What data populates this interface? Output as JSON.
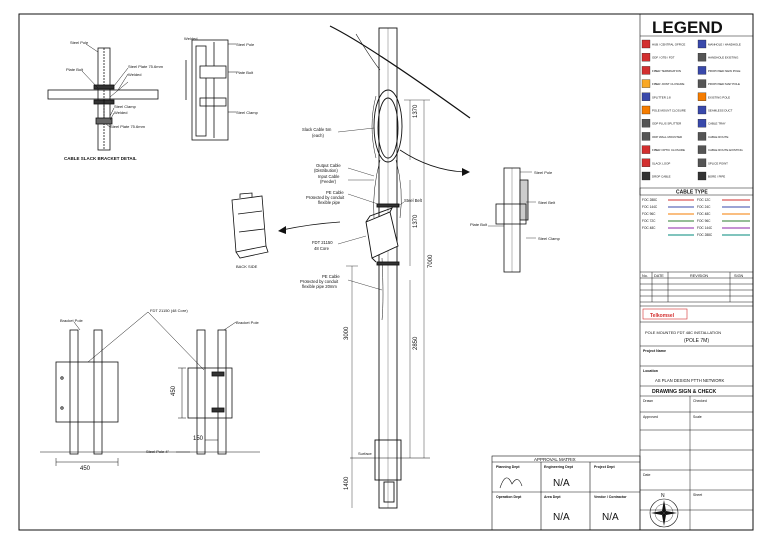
{
  "legend": {
    "title": "LEGEND",
    "items": [
      {
        "text": "HUB / CENTRAL OFFICE",
        "color": "#d32f2f"
      },
      {
        "text": "MANHOLE / HANDHOLE",
        "color": "#3949ab"
      },
      {
        "text": "ODF / OTB / FDT",
        "color": "#d32f2f"
      },
      {
        "text": "HANDHOLE EXISTING",
        "color": "#555555"
      },
      {
        "text": "FIBER TERMINATION",
        "color": "#d32f2f"
      },
      {
        "text": "PROPOSED NEW POLE",
        "color": "#3949ab"
      },
      {
        "text": "FIBER JOINT CLOSURE",
        "color": "#f9a825"
      },
      {
        "text": "PROPOSED MAP POLE",
        "color": "#555555"
      },
      {
        "text": "SPLITTER 1:8",
        "color": "#3949ab"
      },
      {
        "text": "EXISTING POLE",
        "color": "#f57c00"
      },
      {
        "text": "POLE MOUNT CLOSURE",
        "color": "#f57c00"
      },
      {
        "text": "SEAMLESS DUCT",
        "color": "#3949ab"
      },
      {
        "text": "ODP PLUS SPLITTER",
        "color": "#555555"
      },
      {
        "text": "CABLE TRAY",
        "color": "#3949ab"
      },
      {
        "text": "ODP WALL MOUNTED",
        "color": "#555555"
      },
      {
        "text": "CABLE ROUTE",
        "color": "#555555"
      },
      {
        "text": "FIBER OPTIC CLOSURE",
        "color": "#d32f2f"
      },
      {
        "text": "CABLE ROUTE EXISTING",
        "color": "#555555"
      },
      {
        "text": "SLACK LOOP",
        "color": "#d32f2f"
      },
      {
        "text": "SPLICE POINT",
        "color": "#555555"
      },
      {
        "text": "DROP CABLE",
        "color": "#333333"
      },
      {
        "text": "BORE / PIPE",
        "color": "#333333"
      }
    ],
    "cable_type_title": "CABLE TYPE",
    "cable_types": [
      {
        "left": "FOC 288C",
        "right": "FOC 12C",
        "color": "#d32f2f"
      },
      {
        "left": "FOC 144C",
        "right": "FOC 24C",
        "color": "#3949ab"
      },
      {
        "left": "FOC 96C",
        "right": "FOC 48C",
        "color": "#f57c00"
      },
      {
        "left": "FOC 72C",
        "right": "FOC 96C",
        "color": "#2e7d32"
      },
      {
        "left": "FOC 48C",
        "right": "FOC 144C",
        "color": "#8e24aa"
      },
      {
        "left": "",
        "right": "FOC 288C",
        "color": "#00897b"
      }
    ],
    "rev_headers": {
      "no": "No.",
      "date": "DATE",
      "revision": "REVISION",
      "sign": "SIGN"
    },
    "company_logo": "Telkomsel",
    "drawing_title_line1": "POLE MOUNTED FDT 48C INSTALLATION",
    "drawing_title_line2": "(POLE 7M)",
    "project_label": "Project Name",
    "location_label": "Location",
    "location_value": "AS PLAN DESIGN FTTH NETWORK",
    "sign_check_title": "DRAWING SIGN & CHECK",
    "sign_fields": [
      "Drawn",
      "Checked",
      "Approved",
      "Scale",
      "Date",
      "Sheet"
    ]
  },
  "approval": {
    "title": "APPROVAL MATRIX",
    "col1": "Planning Dept",
    "col2": "Engineering Dept",
    "col3": "Project Dept",
    "row2_col1": "Operation Dept",
    "row2_col2": "Area Dept",
    "row2_col3": "Vendor / Contractor",
    "na": "N/A"
  },
  "labels": {
    "bracket_title": "CABLE SLACK BRACKET DETAIL",
    "steel_pole": "Steel Pole",
    "plate_bolt": "Plate Bolt",
    "steel_plate": "Steel Plate 75.6mm",
    "welded": "Welded",
    "steel_clamp": "Steel Clamp",
    "steel_plate_bot": "Steel Plate 75.6mm",
    "slack_cable": "Slack Cable 5m",
    "slack_cable2": "(each)",
    "output_cable": "Output Cable",
    "output_cable2": "(Distribution)",
    "input_cable": "Input Cable",
    "input_cable2": "(Feeder)",
    "pe_cable": "PE Cable",
    "pe_cable2": "Protected by conduit",
    "pe_cable3": "flexible pipe",
    "steel_belt": "Steel Belt",
    "fdt_label": "FDT 21150",
    "fdt_label2": "48 Core",
    "pe_cable_b": "PE Cable",
    "pe_cable_b2": "Protected by conduit",
    "pe_cable_b3": "flexible pipe 20mm",
    "back_side": "BACK SIDE",
    "surface": "Surface",
    "fdt_top": "FDT 21150 (48 Core)",
    "bracket_pole": "Bracket Pole",
    "steel_pole4": "Steel Pole 4\"",
    "dim_1370": "1370",
    "dim_1370b": "1370",
    "dim_7000": "7000",
    "dim_3000": "3000",
    "dim_2850": "2850",
    "dim_1400": "1400",
    "dim_450v": "450",
    "dim_150": "150",
    "dim_450h": "450",
    "compass_n": "N"
  },
  "colors": {
    "line": "#111111",
    "dim": "#444444"
  }
}
